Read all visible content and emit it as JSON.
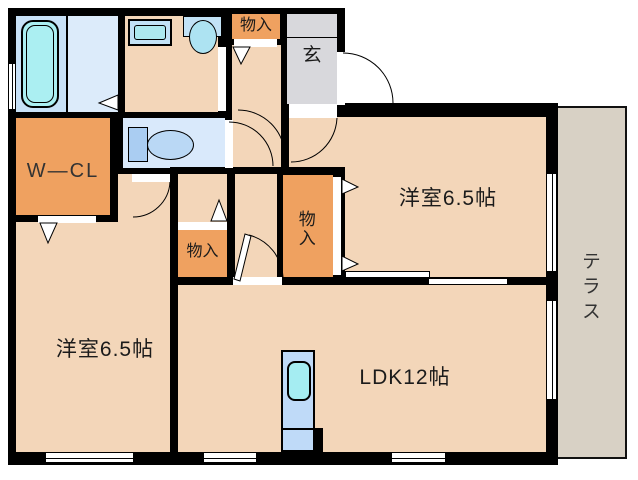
{
  "floorplan": {
    "labels": {
      "storage_top": "物入",
      "entrance": "玄",
      "bedroom_right": "洋室6.5帖",
      "terrace": "テラス",
      "storage_mid": "物入",
      "storage_center": "物入",
      "walk_in_closet": "W—CL",
      "bedroom_left": "洋室6.5帖",
      "ldk": "LDK12帖"
    },
    "fixtures": [
      "bathtub",
      "washing-machine-pan",
      "wash-basin",
      "toilet",
      "kitchen-sink"
    ],
    "colors": {
      "wall": "#000000",
      "floor": "#F3D6B9",
      "closet": "#EFA160",
      "entrance_floor": "#D8D8DC",
      "terrace_floor": "#D8D1C5",
      "bathroom": "#C8E1F7",
      "bathroom_light": "#DCEBFA",
      "toilet_room": "#D9E9FB",
      "fixture_blue": "#BFDAF8",
      "water_cyan": "#ABEFF2"
    }
  }
}
